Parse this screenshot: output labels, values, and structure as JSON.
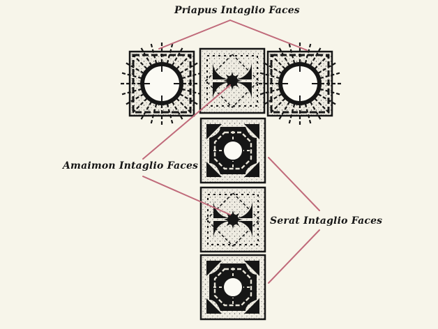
{
  "labels": {
    "priapus": "Priapus Intaglio Faces",
    "amaimon": "Amaimon Intaglio Faces",
    "serat": "Serat Intaglio Faces"
  },
  "colors": {
    "background": "#f7f5ea",
    "ink": "#161616",
    "pointer": "#c06a7a",
    "tile_fill": "#efece2"
  },
  "faces": [
    {
      "name": "face-priapus-left",
      "type": "priapus"
    },
    {
      "name": "face-amaimon-top",
      "type": "amaimon"
    },
    {
      "name": "face-priapus-right",
      "type": "priapus"
    },
    {
      "name": "face-serat-upper",
      "type": "serat"
    },
    {
      "name": "face-amaimon-lower",
      "type": "amaimon"
    },
    {
      "name": "face-serat-lower",
      "type": "serat"
    }
  ]
}
